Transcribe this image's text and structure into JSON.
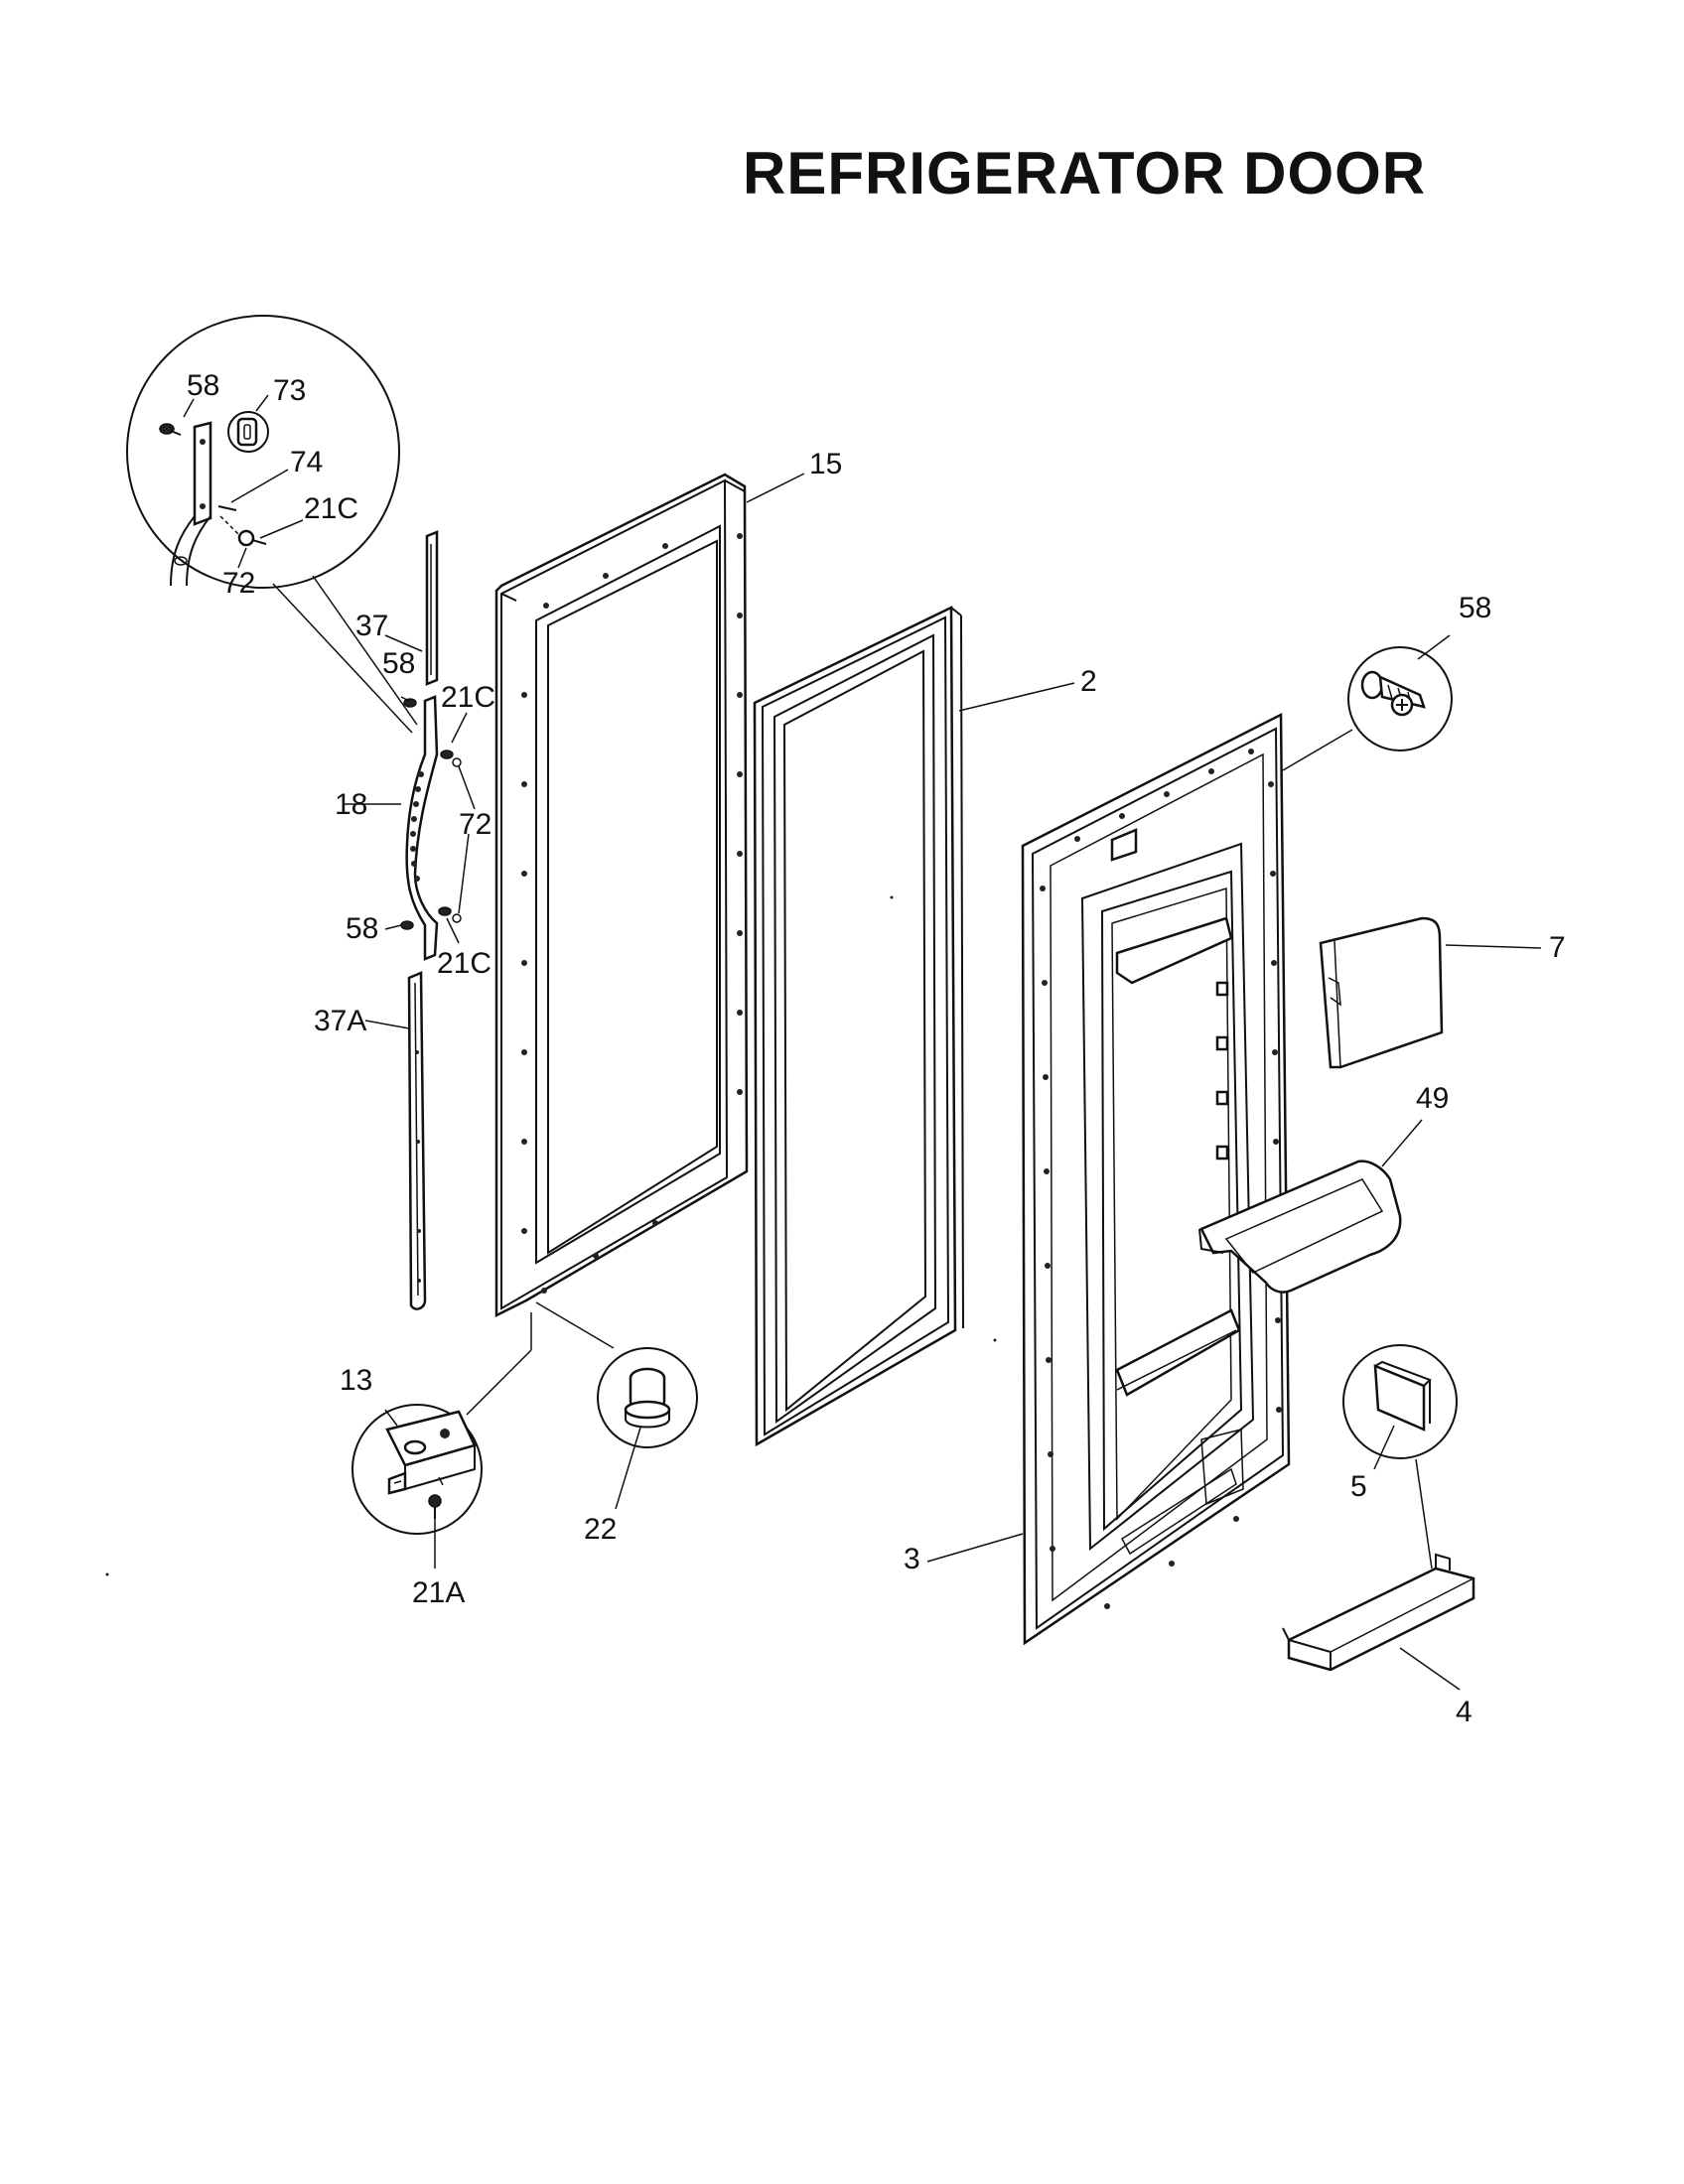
{
  "title": "REFRIGERATOR DOOR",
  "labels": {
    "p58_detail": "58",
    "p73": "73",
    "p74": "74",
    "p21c_detail": "21C",
    "p72_detail": "72",
    "p15": "15",
    "p37": "37",
    "p58_upper": "58",
    "p21c_upper": "21C",
    "p18": "18",
    "p72": "72",
    "p58_lower": "58",
    "p21c_lower": "21C",
    "p37a": "37A",
    "p2": "2",
    "p58_right": "58",
    "p7": "7",
    "p49": "49",
    "p13": "13",
    "p22": "22",
    "p21a": "21A",
    "p5": "5",
    "p3": "3",
    "p4": "4"
  }
}
